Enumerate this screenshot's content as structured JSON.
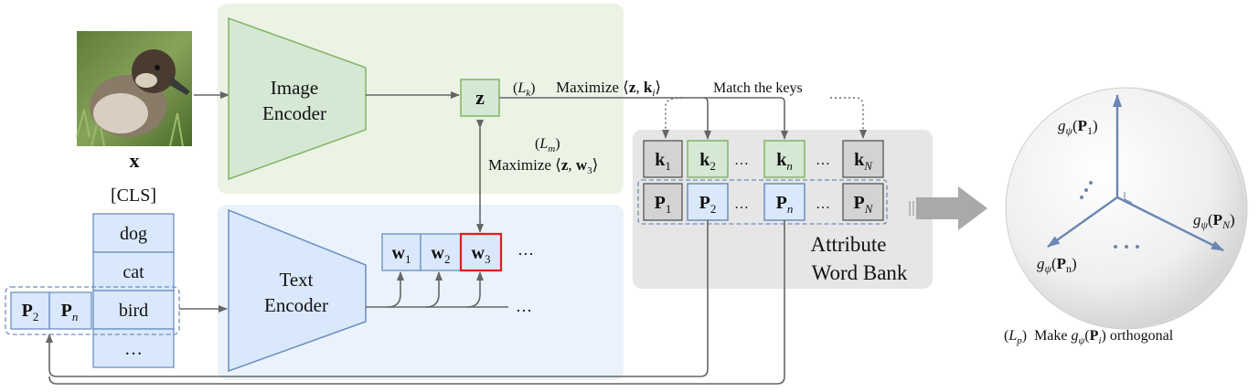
{
  "input": {
    "image_label": "x",
    "cls_label": "[CLS]",
    "word_list": [
      "dog",
      "cat",
      "bird",
      "…"
    ],
    "prompts": [
      {
        "base": "P",
        "sub": "2"
      },
      {
        "base": "P",
        "sub": "n"
      }
    ]
  },
  "image_encoder": {
    "line1": "Image",
    "line2": "Encoder"
  },
  "text_encoder": {
    "line1": "Text",
    "line2": "Encoder"
  },
  "z_label": "z",
  "w_tokens": [
    {
      "base": "w",
      "sub": "1"
    },
    {
      "base": "w",
      "sub": "2"
    },
    {
      "base": "w",
      "sub": "3"
    }
  ],
  "ellipsis": "…",
  "loss_k": {
    "symbol": "L",
    "sub": "k",
    "text": "Maximize",
    "pair_a": "z",
    "pair_b": "k",
    "pair_b_sub": "i"
  },
  "loss_m": {
    "symbol": "L",
    "sub": "m",
    "text": "Maximize",
    "pair_a": "z",
    "pair_b": "w",
    "pair_b_sub": "3"
  },
  "match_keys": "Match the keys",
  "keys": [
    {
      "base": "k",
      "sub": "1"
    },
    {
      "base": "k",
      "sub": "2"
    },
    {
      "base": "k",
      "sub": "n"
    },
    {
      "base": "k",
      "sub": "N"
    }
  ],
  "bank_prompts": [
    {
      "base": "P",
      "sub": "1"
    },
    {
      "base": "P",
      "sub": "2"
    },
    {
      "base": "P",
      "sub": "n"
    },
    {
      "base": "P",
      "sub": "N"
    }
  ],
  "bank_title": {
    "line1": "Attribute",
    "line2": "Word Bank"
  },
  "sphere": {
    "g": "g",
    "psi": "ψ",
    "labels": [
      {
        "base": "P",
        "sub": "1"
      },
      {
        "base": "P",
        "sub": "N"
      },
      {
        "base": "P",
        "sub": "n"
      }
    ]
  },
  "loss_p": {
    "symbol": "L",
    "sub": "p",
    "text_a": "Make",
    "p_sub": "i",
    "text_b": "orthogonal"
  },
  "colors": {
    "green_panel": "#ebf3e5",
    "green_box": "#d5e8d4",
    "green_stroke": "#82b366",
    "blue_panel": "#eaf2fb",
    "blue_box": "#dae8fc",
    "blue_stroke": "#6c8ebf",
    "gray_panel": "#e6e6e6",
    "gray_box": "#d3d3d3",
    "red": "#e41a1c",
    "axis": "#6b86b2"
  }
}
